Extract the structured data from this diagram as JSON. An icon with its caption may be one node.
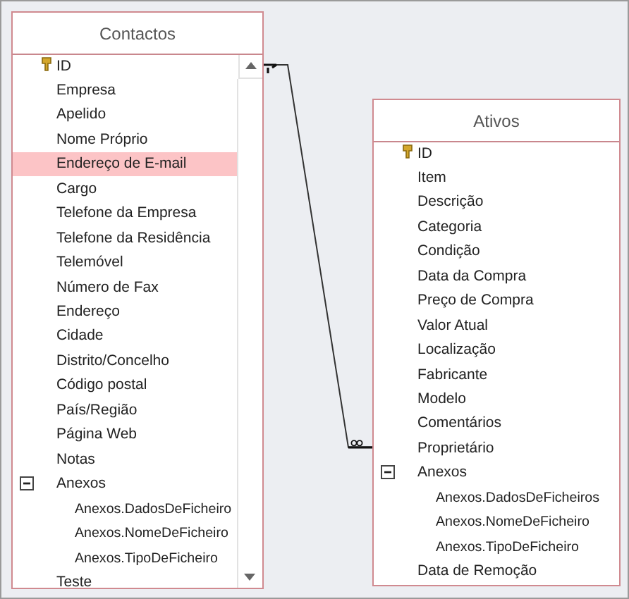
{
  "diagram": {
    "nodes": [
      {
        "text": [
          "Contactos"
        ]
      },
      {
        "text": [
          "ID"
        ],
        "in": 0
      },
      {
        "text": [
          "Empresa"
        ],
        "in": 0
      },
      {
        "text": [
          "Apelido"
        ],
        "in": 0
      },
      {
        "text": [
          "Nome Próprio"
        ],
        "in": 0
      },
      {
        "text": [
          "Endereço de E-mail"
        ],
        "in": 0
      },
      {
        "text": [
          "Cargo"
        ],
        "in": 0
      },
      {
        "text": [
          "Telefone da Empresa"
        ],
        "in": 0
      },
      {
        "text": [
          "Telefone da Residência"
        ],
        "in": 0
      },
      {
        "text": [
          "Telemóvel"
        ],
        "in": 0
      },
      {
        "text": [
          "Número de Fax"
        ],
        "in": 0
      },
      {
        "text": [
          "Endereço"
        ],
        "in": 0
      },
      {
        "text": [
          "Cidade"
        ],
        "in": 0
      },
      {
        "text": [
          "Distrito/Concelho"
        ],
        "in": 0
      },
      {
        "text": [
          "Código postal"
        ],
        "in": 0
      },
      {
        "text": [
          "País/Região"
        ],
        "in": 0
      },
      {
        "text": [
          "Página Web"
        ],
        "in": 0
      },
      {
        "text": [
          "Notas"
        ],
        "in": 0
      },
      {
        "text": [
          "Anexos"
        ],
        "in": 0
      },
      {
        "text": [
          "Anexos.DadosDeFicheiro"
        ],
        "in": 0
      },
      {
        "text": [
          "Anexos.NomeDeFicheiro"
        ],
        "in": 0
      },
      {
        "text": [
          "Anexos.TipoDeFicheiro"
        ],
        "in": 0
      },
      {
        "text": [
          "Teste"
        ],
        "in": 0
      },
      {
        "text": [
          "Ativos"
        ]
      },
      {
        "text": [
          "ID"
        ],
        "in": 23
      },
      {
        "text": [
          "Item"
        ],
        "in": 23
      },
      {
        "text": [
          "Descrição"
        ],
        "in": 23
      },
      {
        "text": [
          "Categoria"
        ],
        "in": 23
      },
      {
        "text": [
          "Condição"
        ],
        "in": 23
      },
      {
        "text": [
          "Data da Compra"
        ],
        "in": 23
      },
      {
        "text": [
          "Preço de Compra"
        ],
        "in": 23
      },
      {
        "text": [
          "Valor Atual"
        ],
        "in": 23
      },
      {
        "text": [
          "Localização"
        ],
        "in": 23
      },
      {
        "text": [
          "Fabricante"
        ],
        "in": 23
      },
      {
        "text": [
          "Modelo"
        ],
        "in": 23
      },
      {
        "text": [
          "Comentários"
        ],
        "in": 23
      },
      {
        "text": [
          "Proprietário"
        ],
        "in": 23
      },
      {
        "text": [
          "Anexos"
        ],
        "in": 23
      },
      {
        "text": [
          "Anexos.DadosDeFicheiros"
        ],
        "in": 23
      },
      {
        "text": [
          "Anexos.NomeDeFicheiro"
        ],
        "in": 23
      },
      {
        "text": [
          "Anexos.TipoDeFicheiro"
        ],
        "in": 23
      },
      {
        "text": [
          "Data de Remoção"
        ],
        "in": 23
      }
    ],
    "edges": [
      {
        "from": 1,
        "to": 36,
        "arrow": "other"
      }
    ]
  }
}
